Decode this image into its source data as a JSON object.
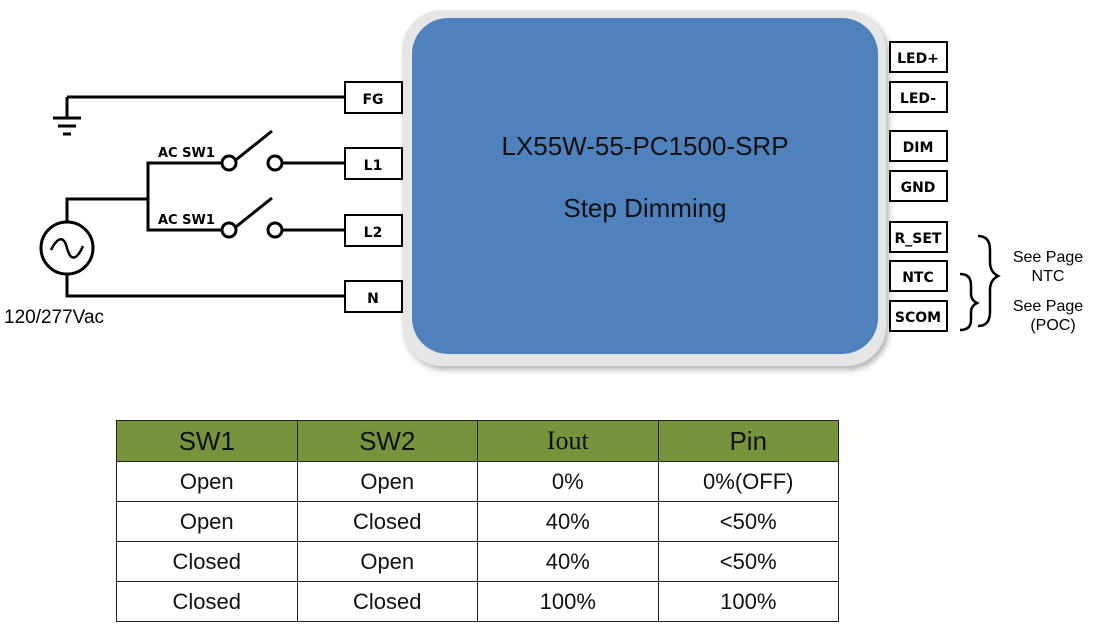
{
  "device": {
    "model": "LX55W-55-PC1500-SRP",
    "mode": "Step Dimming"
  },
  "input_pins": [
    "FG",
    "L1",
    "L2",
    "N"
  ],
  "output_pins": [
    "LED+",
    "LED-",
    "DIM",
    "GND",
    "R_SET",
    "NTC",
    "SCOM"
  ],
  "switches": {
    "sw1_label": "AC SW1",
    "sw2_label": "AC SW1"
  },
  "source": {
    "voltage": "120/277Vac"
  },
  "notes": {
    "ntc_line1": "See Page",
    "ntc_line2": "NTC",
    "poc_line1": "See Page",
    "poc_line2": "(POC)"
  },
  "table": {
    "headers": [
      "SW1",
      "SW2",
      "Iout",
      "Pin"
    ],
    "rows": [
      [
        "Open",
        "Open",
        "0%",
        "0%(OFF)"
      ],
      [
        "Open",
        "Closed",
        "40%",
        "<50%"
      ],
      [
        "Closed",
        "Open",
        "40%",
        "<50%"
      ],
      [
        "Closed",
        "Closed",
        "100%",
        "100%"
      ]
    ]
  }
}
